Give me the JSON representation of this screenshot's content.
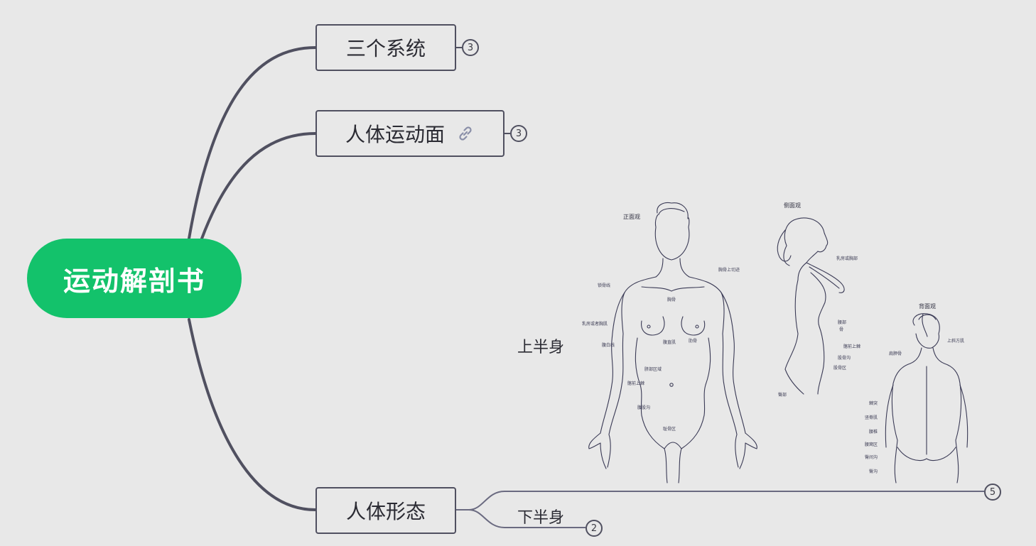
{
  "root": {
    "label": "运动解剖书",
    "color": "#13c26b"
  },
  "topics": [
    {
      "label": "三个系统",
      "count": "3",
      "has_link": false
    },
    {
      "label": "人体运动面",
      "count": "3",
      "has_link": true,
      "link_icon": "link-icon"
    },
    {
      "label": "人体形态",
      "count": "",
      "has_link": false
    }
  ],
  "subtopics": [
    {
      "label": "上半身",
      "count": "5",
      "has_image": true,
      "image": "anatomy-figure-illustration"
    },
    {
      "label": "下半身",
      "count": "2"
    }
  ],
  "colors": {
    "background": "#e8e8e8",
    "line": "#505060",
    "branch_thin": "#6a6a80"
  }
}
